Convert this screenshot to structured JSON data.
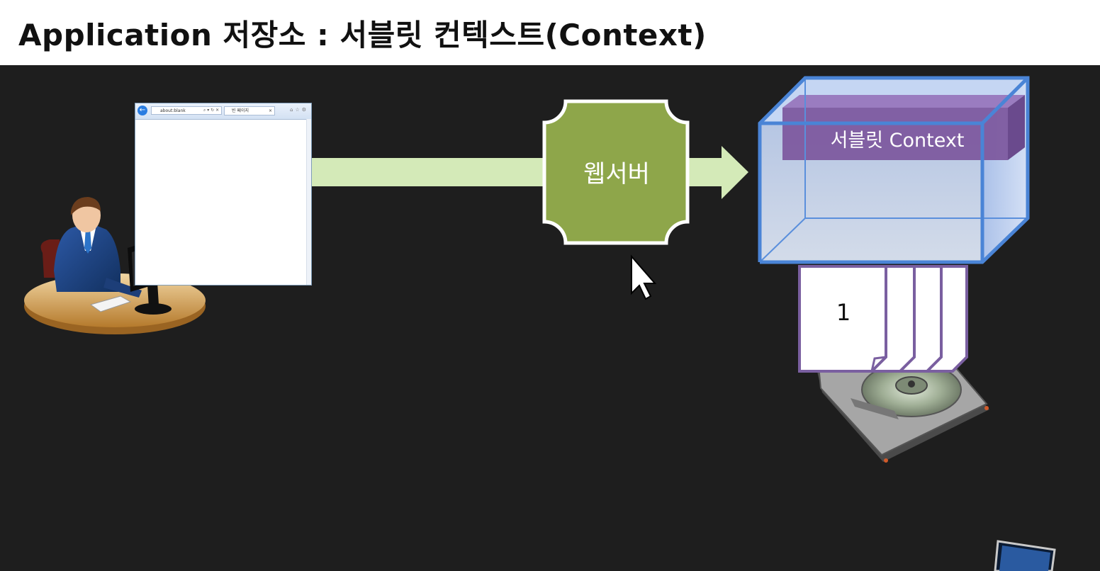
{
  "header": {
    "title": "Application 저장소 : 서블릿 컨텍스트(Context)"
  },
  "browser": {
    "address_text": "about:blank",
    "tab_text": "빈 페이지"
  },
  "diagram": {
    "server_label": "웹서버",
    "context_label": "서블릿 Context",
    "page_number": "1"
  },
  "colors": {
    "stage_bg": "#1e1e1e",
    "arrow": "#d4eab8",
    "server_fill": "#8ea64a",
    "context_fill": "#7d5a9f",
    "box_border": "#4a84d6",
    "page_border": "#7a5fa0"
  }
}
